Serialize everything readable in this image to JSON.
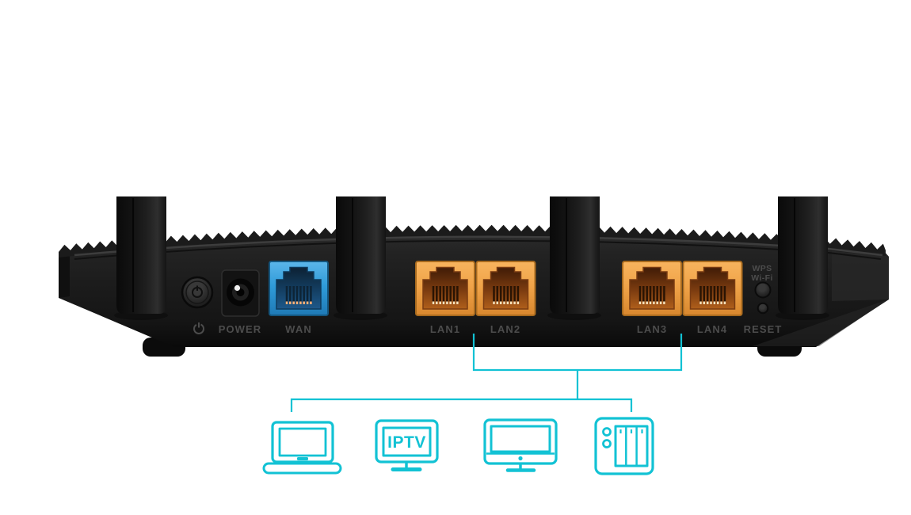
{
  "colors": {
    "accent_teal": "#12c2d4",
    "wan_blue": "#2f9bd9",
    "lan_orange": "#f0a449",
    "body_black": "#1d1d1d",
    "label_gray": "#4c4c4c",
    "background": "#ffffff"
  },
  "router": {
    "labels": {
      "power": "POWER",
      "wan": "WAN",
      "lan1": "LAN1",
      "lan2": "LAN2",
      "lan3": "LAN3",
      "lan4": "LAN4",
      "wps_line1": "WPS",
      "wps_line2": "Wi-Fi",
      "reset": "RESET"
    },
    "icons": {
      "power_symbol": "power-standby-icon (circle with vertical bar)"
    },
    "ports": [
      "POWER",
      "WAN",
      "LAN1",
      "LAN2",
      "LAN3",
      "LAN4"
    ]
  },
  "diagram": {
    "connected_ports": [
      "LAN1",
      "LAN2",
      "LAN3",
      "LAN4"
    ],
    "devices": [
      {
        "name": "laptop-icon",
        "label": ""
      },
      {
        "name": "iptv-icon",
        "label": "IPTV"
      },
      {
        "name": "monitor-icon",
        "label": ""
      },
      {
        "name": "nas-icon",
        "label": ""
      }
    ]
  }
}
